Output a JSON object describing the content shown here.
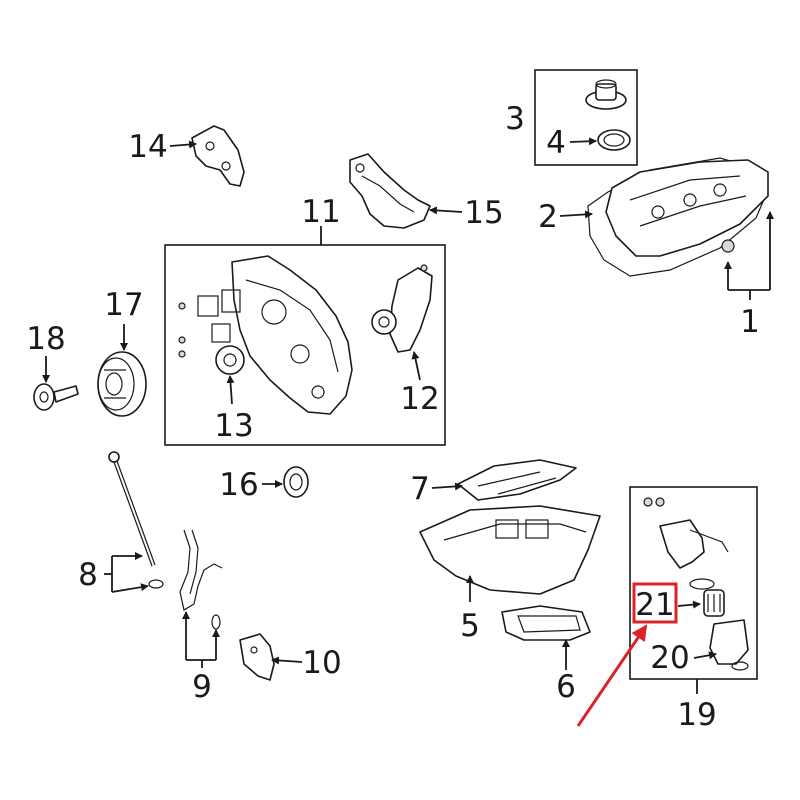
{
  "callouts": {
    "c1": "1",
    "c2": "2",
    "c3": "3",
    "c4": "4",
    "c5": "5",
    "c6": "6",
    "c7": "7",
    "c8": "8",
    "c9": "9",
    "c10": "10",
    "c11": "11",
    "c12": "12",
    "c13": "13",
    "c14": "14",
    "c15": "15",
    "c16": "16",
    "c17": "17",
    "c18": "18",
    "c19": "19",
    "c20": "20",
    "c21": "21"
  },
  "colors": {
    "ink": "#1a1a1a",
    "highlight": "#d9242b",
    "background": "#ffffff"
  }
}
